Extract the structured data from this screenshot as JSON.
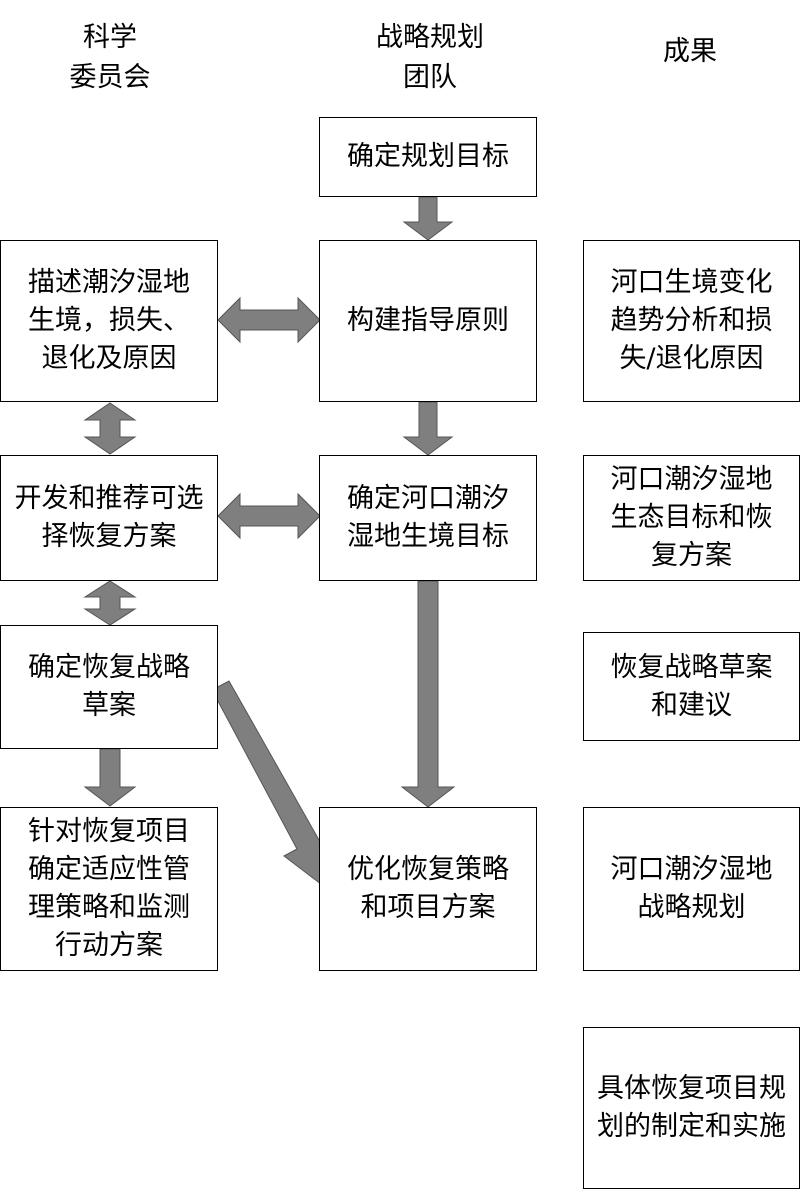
{
  "headers": {
    "science": "科学\n委员会",
    "planning": "战略规划\n团队",
    "outcomes": "成果"
  },
  "boxes": {
    "define_goals": "确定规划目标",
    "describe_habitat": "描述潮汐湿地生境，损失、退化及原因",
    "guiding_principles": "构建指导原则",
    "develop_alternatives": "开发和推荐可选择恢复方案",
    "estuary_habitat_goals": "确定河口潮汐湿地生境目标",
    "draft_strategy": "确定恢复战略草案",
    "adaptive_management": "针对恢复项目确定适应性管理策略和监测行动方案",
    "optimize_strategy": "优化恢复策略和项目方案"
  },
  "outcomes": {
    "trend_analysis": "河口生境变化趋势分析和损失/退化原因",
    "eco_targets": "河口潮汐湿地生态目标和恢复方案",
    "draft_recommendations": "恢复战略草案和建议",
    "strategic_plan": "河口潮汐湿地战略规划",
    "project_planning": "具体恢复项目规划的制定和实施"
  }
}
